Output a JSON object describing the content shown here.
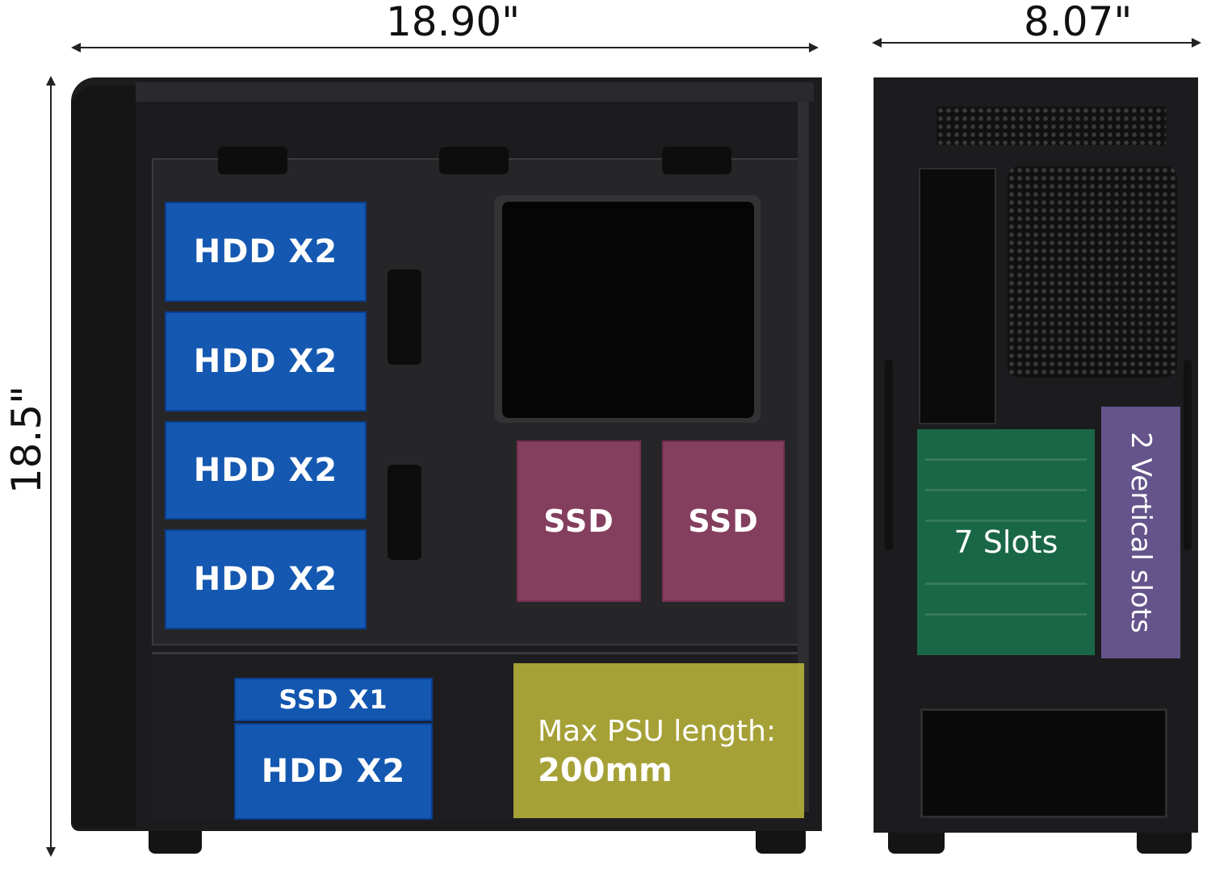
{
  "dimensions": {
    "depth": "18.90\"",
    "width": "8.07\"",
    "height": "18.5\""
  },
  "side_view": {
    "hdd_bays": [
      "HDD X2",
      "HDD X2",
      "HDD X2",
      "HDD X2"
    ],
    "ssd_mounts": [
      "SSD",
      "SSD"
    ],
    "lower_ssd": "SSD X1",
    "lower_hdd": "HDD X2",
    "psu_label": "Max PSU length:",
    "psu_value": "200mm"
  },
  "rear_view": {
    "expansion_slots": "7 Slots",
    "vertical_slots": "2 Vertical slots"
  },
  "colors": {
    "hdd": "#1260c4",
    "ssd": "#a0466e",
    "psu": "#beb93c",
    "slots": "#1a7850",
    "vertical_slots": "#7864aa",
    "case": "#1c1c1e"
  }
}
